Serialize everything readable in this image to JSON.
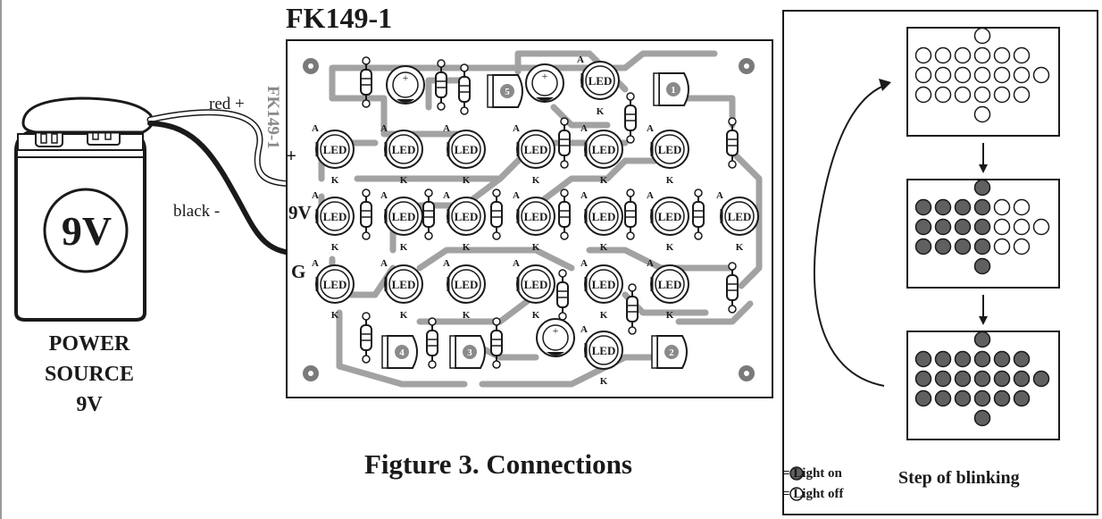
{
  "board": {
    "title": "FK149-1",
    "silk_code": "FK149-1",
    "led_label": "LED",
    "anode_label": "A",
    "cathode_label": "K",
    "pin_9v": "9V",
    "pin_g": "G",
    "pin_plus": "+",
    "transistor_labels": [
      "5",
      "1",
      "4",
      "3",
      "2"
    ]
  },
  "battery": {
    "face_label": "9V",
    "title_lines": [
      "POWER",
      "SOURCE",
      "9V"
    ]
  },
  "wires": {
    "red_label": "red +",
    "black_label": "black -"
  },
  "caption": "Figture 3. Connections",
  "blink_panel": {
    "title": "Step of blinking",
    "legend_on": "= Light on",
    "legend_off": "= Light off",
    "colors": {
      "on": "#606060",
      "off": "#ffffff"
    },
    "pattern_rows": [
      1,
      6,
      7,
      6,
      1
    ],
    "steps": [
      {
        "lit_columns": 0
      },
      {
        "lit_columns": 4
      },
      {
        "lit_columns": 7
      }
    ]
  },
  "colors": {
    "trace": "#9a9a9a",
    "board_bg": "#ffffff",
    "ink": "#1a1a1a"
  }
}
